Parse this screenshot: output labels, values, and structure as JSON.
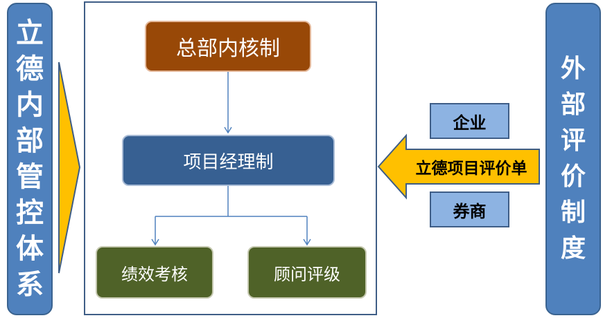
{
  "left_panel": {
    "title_chars": [
      "立",
      "德",
      "内",
      "部",
      "管",
      "控",
      "体",
      "系"
    ],
    "title": "立德内部管控体系"
  },
  "right_panel": {
    "title_chars": [
      "外",
      "部",
      "评",
      "价",
      "制",
      "度"
    ],
    "title": "外部评价制度"
  },
  "center": {
    "hq_node": "总部内核制",
    "pm_node": "项目经理制",
    "perf_node": "绩效考核",
    "adv_node": "顾问评级"
  },
  "external": {
    "enterprise": "企业",
    "broker": "券商",
    "arrow_label": "立德项目评价单"
  },
  "colors": {
    "panel_blue": "#4f81bd",
    "hq_brown": "#984807",
    "pm_blue": "#376092",
    "leaf_green": "#4f6228",
    "arrow_yellow": "#ffc000",
    "box_light_blue": "#8db3e2"
  }
}
